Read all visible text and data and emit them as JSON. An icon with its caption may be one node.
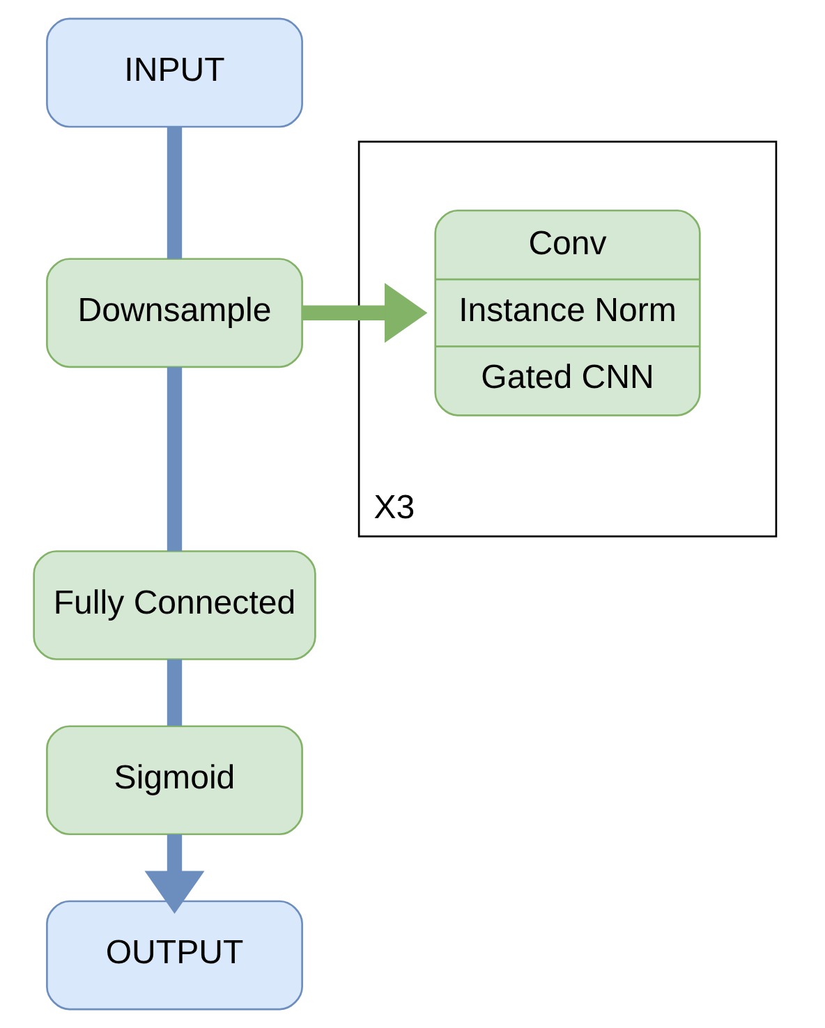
{
  "diagram": {
    "nodes": [
      {
        "text": [
          "INPUT"
        ]
      },
      {
        "text": [
          "Downsample"
        ]
      },
      {
        "text": [
          "Fully Connected"
        ]
      },
      {
        "text": [
          "Sigmoid"
        ]
      },
      {
        "text": [
          "OUTPUT"
        ]
      },
      {
        "text": [
          "X3"
        ]
      },
      {
        "text": [
          "Conv",
          "Instance Norm",
          "Gated CNN"
        ],
        "in": 5
      }
    ],
    "edges": [
      {
        "from": 0,
        "to": 1,
        "arrow": "none"
      },
      {
        "from": 1,
        "to": 2,
        "arrow": "none"
      },
      {
        "from": 2,
        "to": 3,
        "arrow": "none"
      },
      {
        "from": 3,
        "to": 4,
        "arrow": "to"
      },
      {
        "from": 1,
        "to": 6,
        "arrow": "to",
        "color": "#82b366"
      }
    ]
  }
}
